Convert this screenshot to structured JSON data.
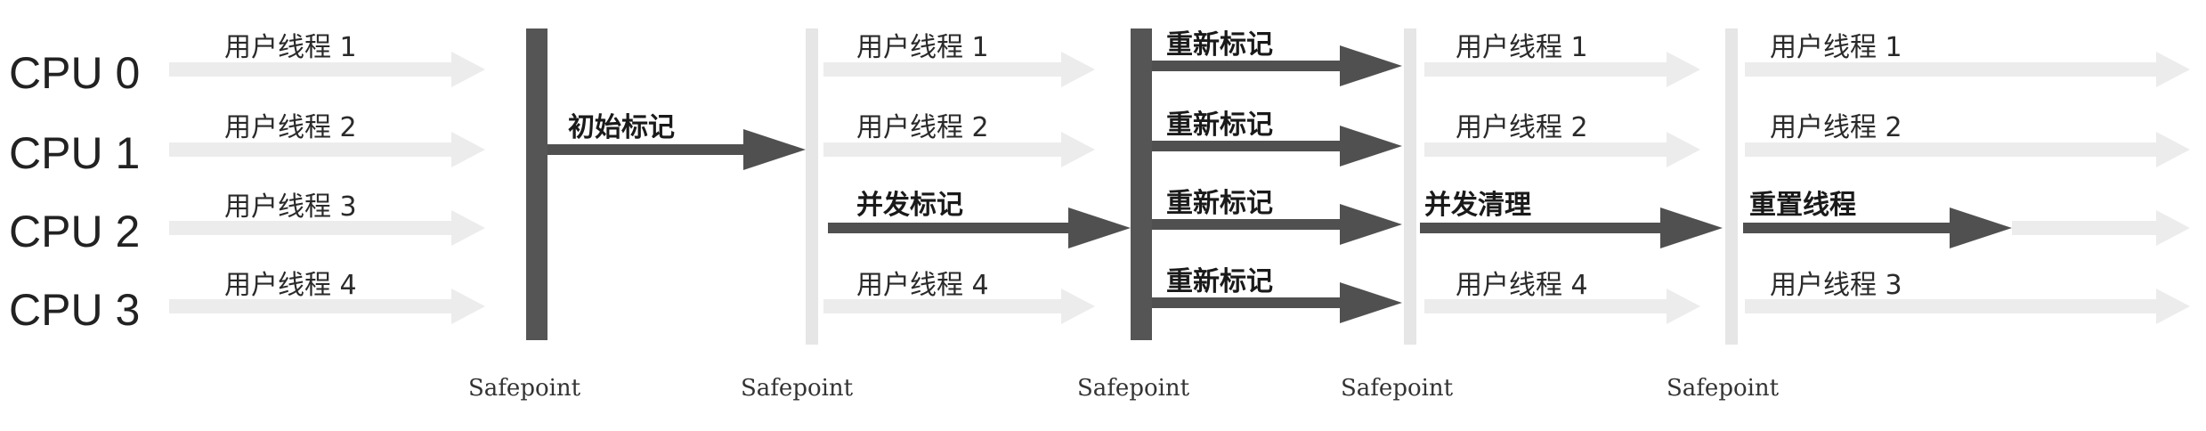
{
  "cpus": [
    "CPU 0",
    "CPU 1",
    "CPU 2",
    "CPU 3"
  ],
  "safepoint_label": "Safepoint",
  "phase1": {
    "threads": [
      "用户线程 1",
      "用户线程 2",
      "用户线程 3",
      "用户线程 4"
    ]
  },
  "initial_mark": {
    "label": "初始标记"
  },
  "phase2": {
    "threads": [
      "用户线程 1",
      "用户线程 2",
      "用户线程 4"
    ],
    "concurrent_mark": "并发标记"
  },
  "remark": {
    "labels": [
      "重新标记",
      "重新标记",
      "重新标记",
      "重新标记"
    ]
  },
  "phase4": {
    "threads": [
      "用户线程 1",
      "用户线程 2",
      "用户线程 4"
    ],
    "concurrent_sweep": "并发清理"
  },
  "phase5": {
    "threads": [
      "用户线程 1",
      "用户线程 2",
      "用户线程 3"
    ],
    "reset": "重置线程"
  },
  "colors": {
    "ghost_arrow": "#ececec",
    "dark_arrow": "#505050",
    "safepoint_dark": "#555555",
    "safepoint_light": "#e6e6e6",
    "text": "#222222"
  }
}
